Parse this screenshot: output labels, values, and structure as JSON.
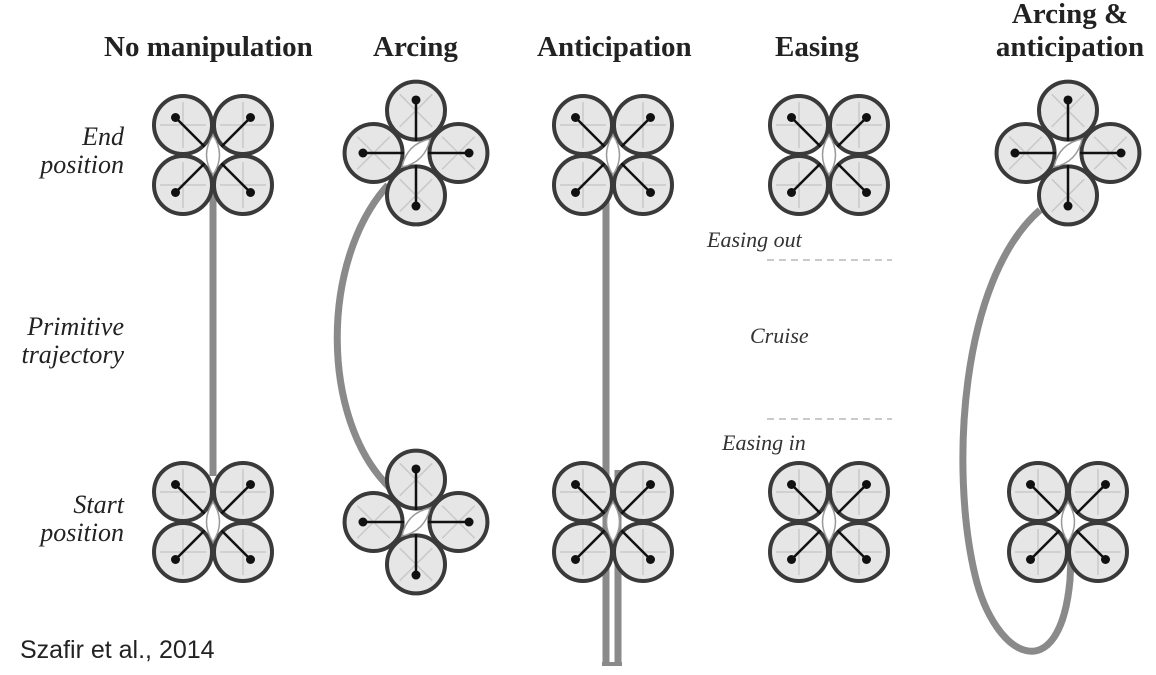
{
  "columns": [
    {
      "id": "no-manipulation",
      "title": "No manipulation"
    },
    {
      "id": "arcing",
      "title": "Arcing"
    },
    {
      "id": "anticipation",
      "title": "Anticipation"
    },
    {
      "id": "easing",
      "title": "Easing"
    },
    {
      "id": "arcing-anticipation",
      "title_line1": "Arcing &",
      "title_line2": "anticipation"
    }
  ],
  "rows": {
    "end": {
      "line1": "End",
      "line2": "position"
    },
    "trajectory": {
      "line1": "Primitive",
      "line2": "trajectory"
    },
    "start": {
      "line1": "Start",
      "line2": "position"
    }
  },
  "easing_phases": {
    "easing_out": "Easing out",
    "cruise": "Cruise",
    "easing_in": "Easing in"
  },
  "citation": "Szafir et al., 2014",
  "colors": {
    "trajectory": "#8a8a8a",
    "rotor_ring": "#3a3a3a",
    "rotor_fill": "#e6e6e6",
    "arm": "#111111"
  },
  "icons": {
    "drone": "quadcopter-icon"
  }
}
